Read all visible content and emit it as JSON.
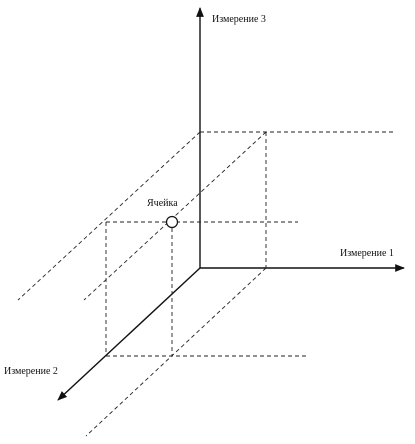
{
  "diagram": {
    "axes": {
      "dimension_1": "Измерение 1",
      "dimension_2": "Измерение 2",
      "dimension_3": "Измерение 3"
    },
    "cell_label": "Ячейка",
    "colors": {
      "line": "#111111",
      "dashed": "#222222",
      "background": "#ffffff"
    }
  }
}
